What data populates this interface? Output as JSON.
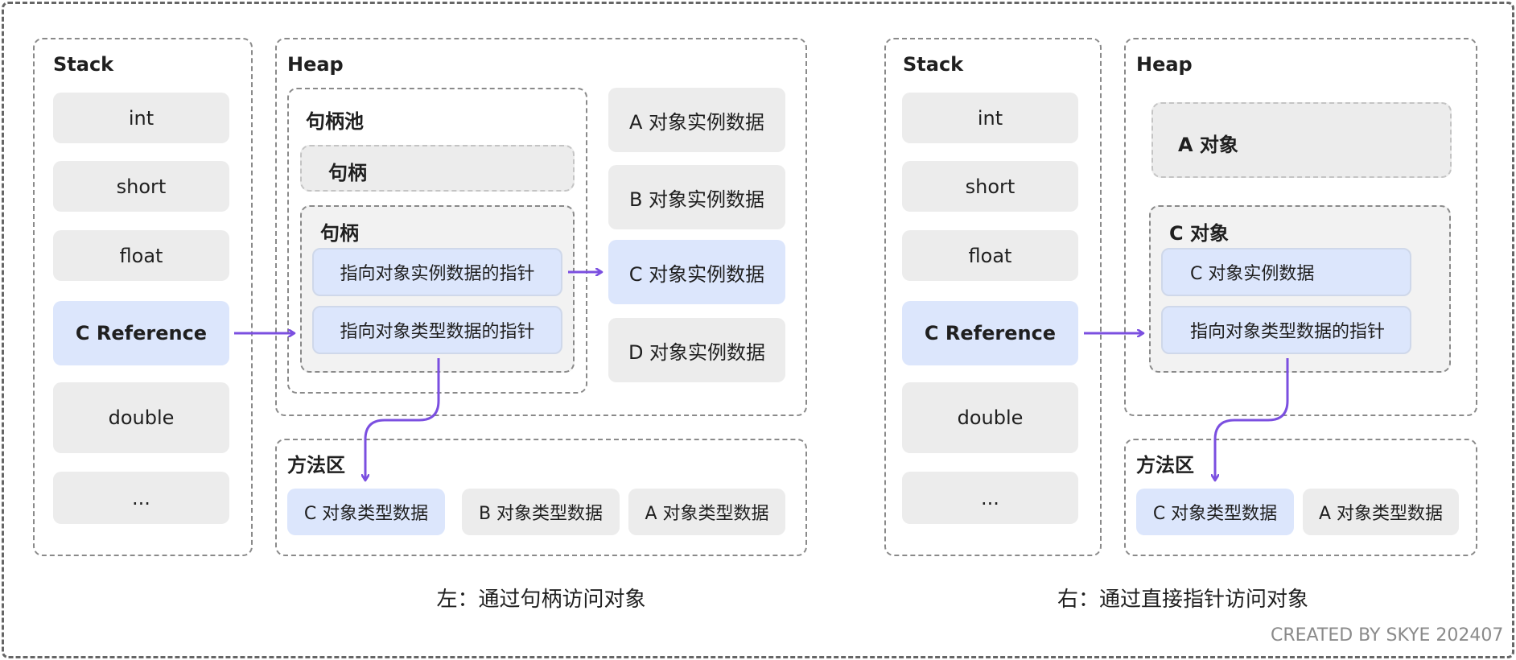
{
  "left": {
    "stack": {
      "title": "Stack",
      "items": [
        "int",
        "short",
        "float",
        "C Reference",
        "double",
        "..."
      ]
    },
    "heap": {
      "title": "Heap",
      "handle_pool": {
        "title": "句柄池",
        "handle1": "句柄",
        "handle2": {
          "title": "句柄",
          "instance_ptr": "指向对象实例数据的指针",
          "type_ptr": "指向对象类型数据的指针"
        }
      },
      "instances": [
        "A 对象实例数据",
        "B 对象实例数据",
        "C 对象实例数据",
        "D 对象实例数据"
      ]
    },
    "method_area": {
      "title": "方法区",
      "types": [
        "C 对象类型数据",
        "B 对象类型数据",
        "A 对象类型数据"
      ]
    },
    "caption": "左：通过句柄访问对象"
  },
  "right": {
    "stack": {
      "title": "Stack",
      "items": [
        "int",
        "short",
        "float",
        "C Reference",
        "double",
        "..."
      ]
    },
    "heap": {
      "title": "Heap",
      "obj_a": "A 对象",
      "obj_c": {
        "title": "C 对象",
        "instance": "C 对象实例数据",
        "type_ptr": "指向对象类型数据的指针"
      }
    },
    "method_area": {
      "title": "方法区",
      "types": [
        "C 对象类型数据",
        "A 对象类型数据"
      ]
    },
    "caption": "右：通过直接指针访问对象"
  },
  "credit": "CREATED BY SKYE 202407",
  "colors": {
    "arrow": "#7b4fe0",
    "highlight": "#dce6fc",
    "cell": "#ececec",
    "panel": "#f2f2f2",
    "border": "#8a8a8a"
  }
}
